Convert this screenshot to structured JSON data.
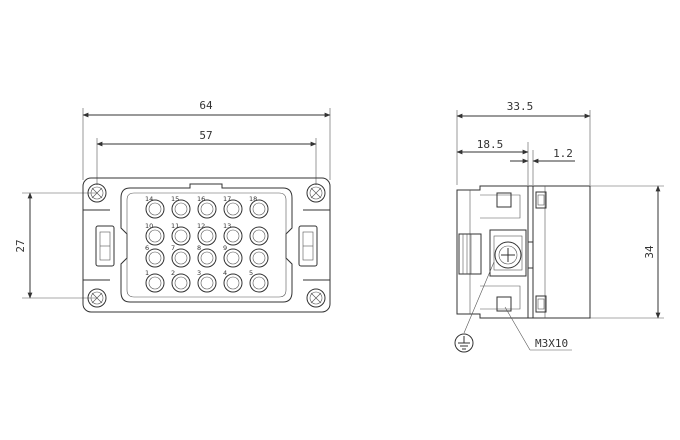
{
  "front_view": {
    "dimensions": {
      "overall_width": "64",
      "screw_spacing": "57",
      "height": "27"
    },
    "pin_numbers": [
      "1",
      "2",
      "3",
      "4",
      "5",
      "6",
      "7",
      "8",
      "9",
      "10",
      "11",
      "12",
      "13",
      "14",
      "15",
      "16",
      "17",
      "18"
    ]
  },
  "side_view": {
    "dimensions": {
      "overall_length": "33.5",
      "front_depth": "18.5",
      "flange": "1.2",
      "height": "34"
    },
    "screw_label": "M3X10"
  },
  "colors": {
    "line": "#333333",
    "background": "#ffffff"
  }
}
